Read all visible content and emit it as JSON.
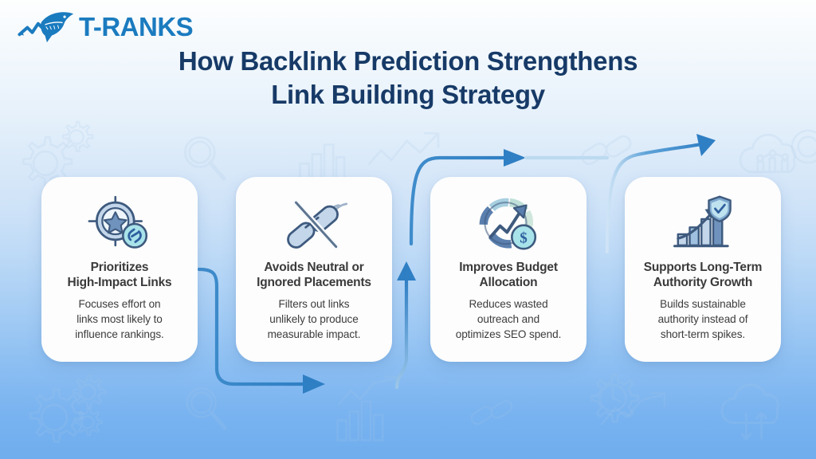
{
  "brand": {
    "logo_icon": "shark-trend-logo-icon",
    "wordmark": "T-RANKS",
    "color": "#1b7bbf"
  },
  "header": {
    "title_line1": "How Backlink Prediction Strengthens",
    "title_line2": "Link Building Strategy",
    "title_color": "#173a67"
  },
  "flow": {
    "arrow_color": "#2f7fc4",
    "direction": "left-to-right serpentine",
    "connector_names": [
      "connector-card1-to-card2",
      "connector-card2-to-card3",
      "connector-card3-to-card4"
    ]
  },
  "cards": [
    {
      "id": "prioritizes-high-impact-links",
      "icon": "target-star-link-icon",
      "title": "Prioritizes\nHigh-Impact Links",
      "title_line1": "Prioritizes",
      "title_line2": "High-Impact Links",
      "desc": "Focuses effort on links most likely to influence rankings.",
      "desc_line1": "Focuses effort on",
      "desc_line2": "links most likely to",
      "desc_line3": "influence rankings."
    },
    {
      "id": "avoids-neutral-or-ignored-placements",
      "icon": "broken-chain-link-icon",
      "title": "Avoids Neutral or\nIgnored Placements",
      "title_line1": "Avoids Neutral or",
      "title_line2": "Ignored Placements",
      "desc": "Filters out links unlikely to produce measurable impact.",
      "desc_line1": "Filters out links",
      "desc_line2": "unlikely to produce",
      "desc_line3": "measurable impact."
    },
    {
      "id": "improves-budget-allocation",
      "icon": "gauge-growth-dollar-icon",
      "title": "Improves Budget\nAllocation",
      "title_line1": "Improves Budget",
      "title_line2": "Allocation",
      "desc": "Reduces wasted outreach and optimizes SEO spend.",
      "desc_line1": "Reduces wasted",
      "desc_line2": "outreach and",
      "desc_line3": "optimizes SEO spend."
    },
    {
      "id": "supports-long-term-authority-growth",
      "icon": "bar-chart-shield-growth-icon",
      "title": "Supports Long-Term\nAuthority Growth",
      "title_line1": "Supports Long-Term",
      "title_line2": "Authority Growth",
      "desc": "Builds sustainable authority instead of short-term spikes.",
      "desc_line1": "Builds sustainable",
      "desc_line2": "authority instead of",
      "desc_line3": "short-term spikes."
    }
  ],
  "background": {
    "gradient_top": "#fdfefe",
    "gradient_bottom": "#6fadee",
    "watermark_icons": [
      "gear-icon",
      "gear-icon",
      "magnifier-icon",
      "bar-chart-icon",
      "trend-arrow-icon",
      "chain-link-icon",
      "cloud-analytics-icon",
      "gear-clock-icon",
      "cloud-sync-icon",
      "target-icon"
    ]
  }
}
